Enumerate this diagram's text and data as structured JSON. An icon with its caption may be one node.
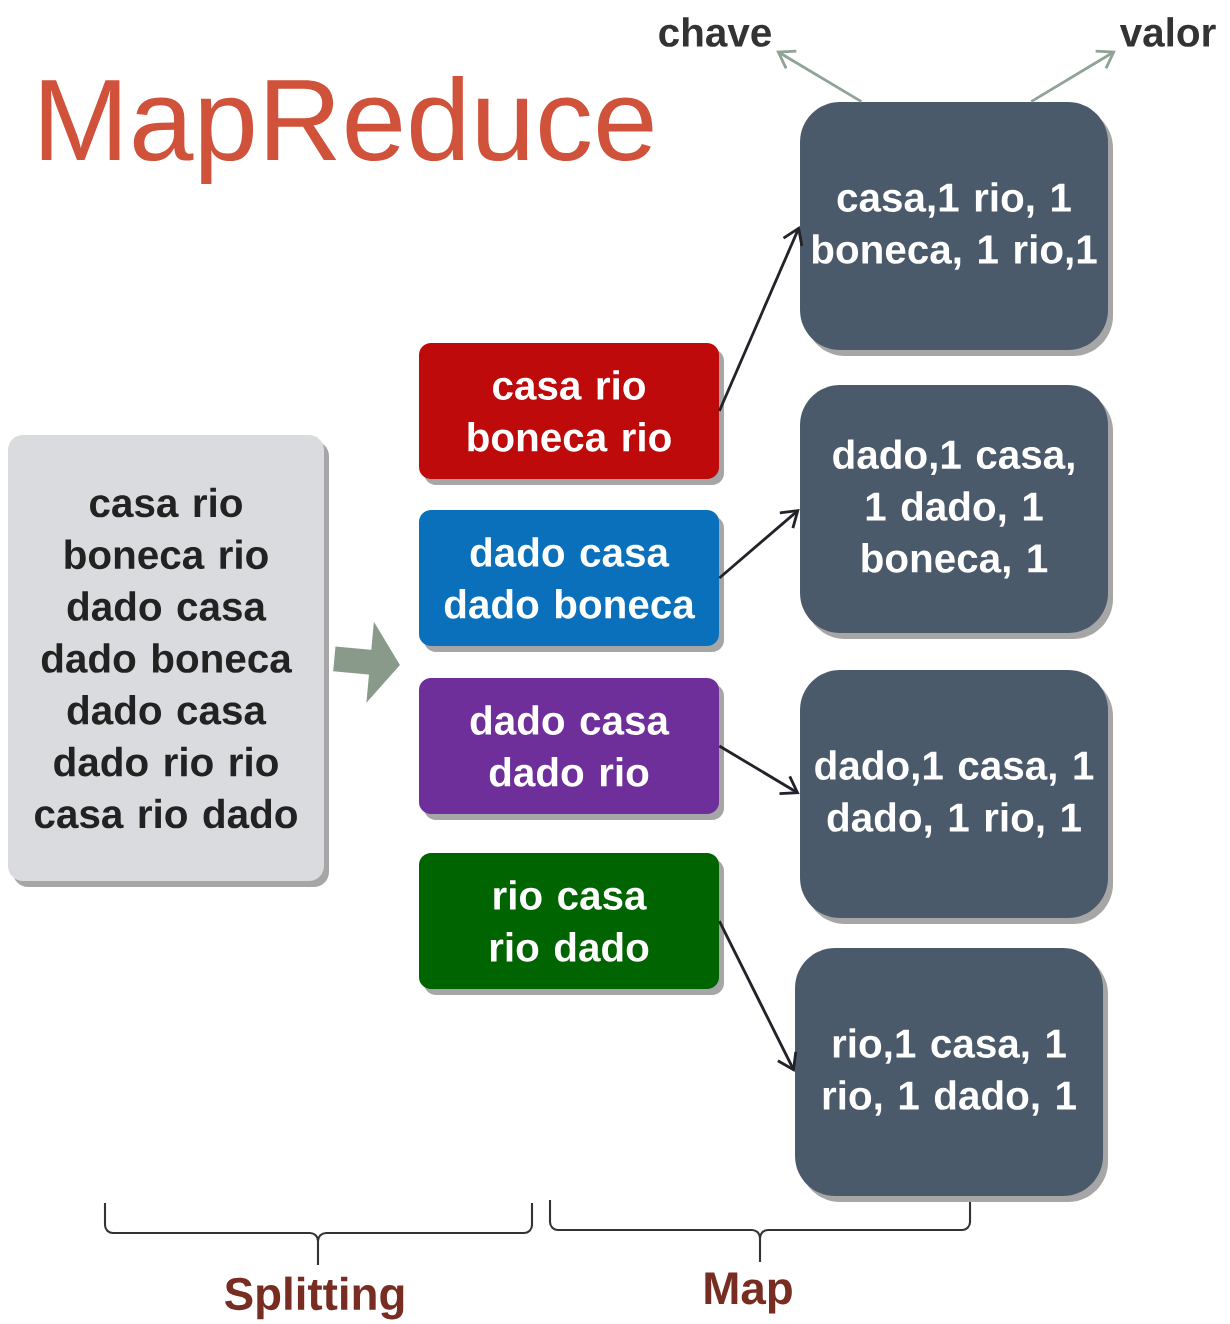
{
  "diagram": {
    "title": "MapReduce",
    "nodes": [
      {
        "text": [
          "casa rio boneca rio dado casa dado boneca dado casa dado rio rio casa rio dado"
        ]
      },
      {
        "text": [
          "casa rio boneca rio"
        ]
      },
      {
        "text": [
          "dado casa dado boneca"
        ]
      },
      {
        "text": [
          "dado casa dado rio"
        ]
      },
      {
        "text": [
          "rio casa rio dado"
        ]
      },
      {
        "text": [
          "casa,1 rio, 1 boneca, 1 rio,1"
        ]
      },
      {
        "text": [
          "dado,1 casa, 1 dado, 1 boneca, 1"
        ]
      },
      {
        "text": [
          "dado,1 casa, 1 dado, 1 rio, 1"
        ]
      },
      {
        "text": [
          "rio,1 casa, 1 rio, 1 dado, 1"
        ]
      },
      {
        "text": [
          "chave"
        ]
      },
      {
        "text": [
          "valor"
        ]
      }
    ],
    "edges": [
      {
        "from": 0,
        "to": null,
        "arrow": "to",
        "style": "thick",
        "color": "#8a9a8a"
      },
      {
        "from": 1,
        "to": 5,
        "arrow": "to"
      },
      {
        "from": 2,
        "to": 6,
        "arrow": "to"
      },
      {
        "from": 3,
        "to": 7,
        "arrow": "to"
      },
      {
        "from": 4,
        "to": 8,
        "arrow": "to"
      },
      {
        "from": 5,
        "to": 9,
        "arrow": "to",
        "color": "#8fa396"
      },
      {
        "from": 5,
        "to": 10,
        "arrow": "to",
        "color": "#8fa396"
      }
    ],
    "labels": [
      "Splitting",
      "Map"
    ]
  }
}
